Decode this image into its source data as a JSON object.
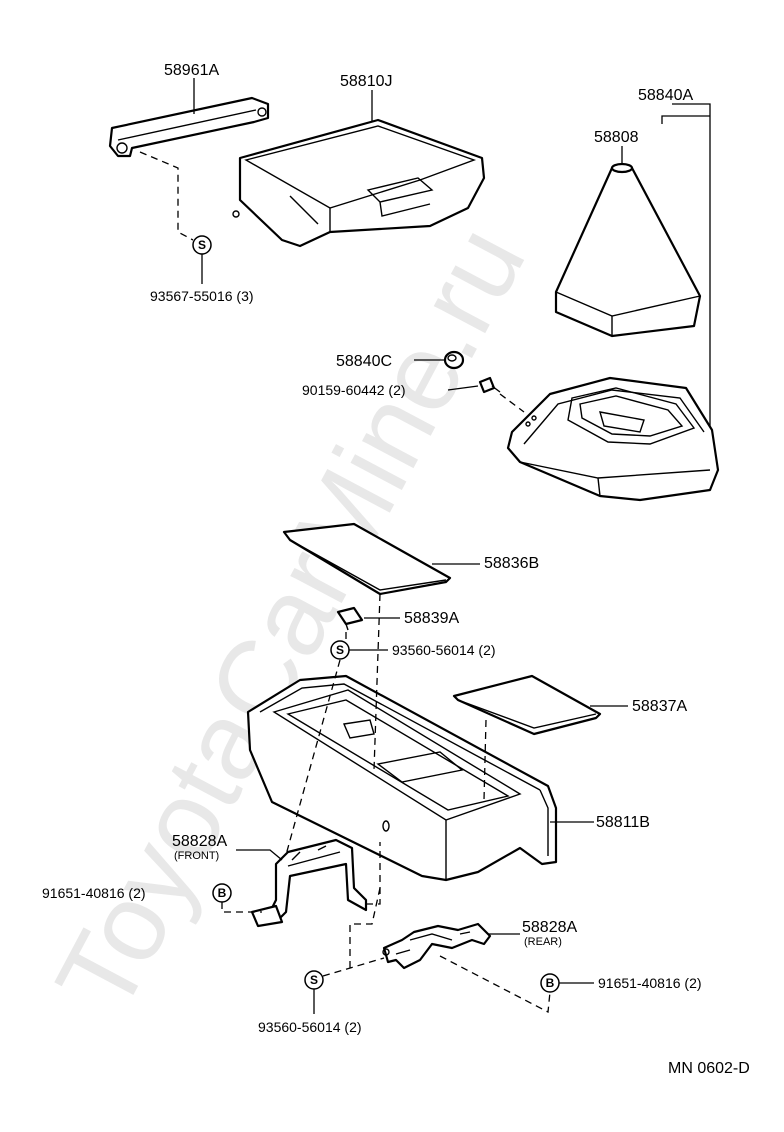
{
  "watermark": "ToyotaCarMine.ru",
  "footer_code": "MN 0602-D",
  "labels": {
    "p58961A": "58961A",
    "p58810J": "58810J",
    "p58840A": "58840A",
    "p58808": "58808",
    "p93567": "93567-55016 (3)",
    "p58840C": "58840C",
    "p90159": "90159-60442 (2)",
    "p58836B": "58836B",
    "p58839A": "58839A",
    "p93560a": "93560-56014 (2)",
    "p58837A": "58837A",
    "p58811B": "58811B",
    "p58828A_front": "58828A",
    "front_note": "(FRONT)",
    "p91651a": "91651-40816 (2)",
    "p58828A_rear": "58828A",
    "rear_note": "(REAR)",
    "p91651b": "91651-40816 (2)",
    "p93560b": "93560-56014 (2)"
  },
  "symbols": {
    "s": "S",
    "b": "B"
  }
}
